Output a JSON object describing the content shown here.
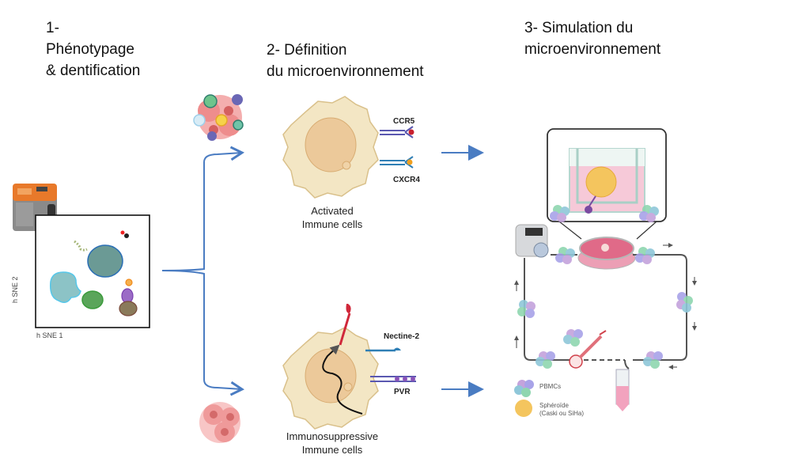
{
  "steps": {
    "step1": {
      "line1": "1-",
      "line2": "Phénotypage",
      "line3": "& dentification"
    },
    "step2": {
      "line1": "2- Définition",
      "line2": "du microenvironnement"
    },
    "step3": {
      "line1": "3- Simulation du",
      "line2": "microenvironnement"
    }
  },
  "tsne": {
    "xlabel": "h SNE 1",
    "ylabel": "h SNE 2"
  },
  "activated": {
    "label_line1": "Activated",
    "label_line2": "Immune cells",
    "receptors": [
      "CCR5",
      "CXCR4"
    ]
  },
  "immunosuppressive": {
    "label_line1": "Immunosuppressive",
    "label_line2": "Immune cells",
    "receptors": [
      "Nectine-2",
      "PVR"
    ]
  },
  "legend": {
    "pbmc": "PBMCs",
    "spheroid_line1": "Sphéroïde",
    "spheroid_line2": "(Caski ou SiHa)"
  },
  "colors": {
    "arrow": "#4a7cc2",
    "cell_body": "#f3e6c4",
    "nucleus": "#ecc99a",
    "tumor": "#ef8f8f",
    "medium": "#f6c9d8",
    "spheroid": "#f4c55e"
  }
}
